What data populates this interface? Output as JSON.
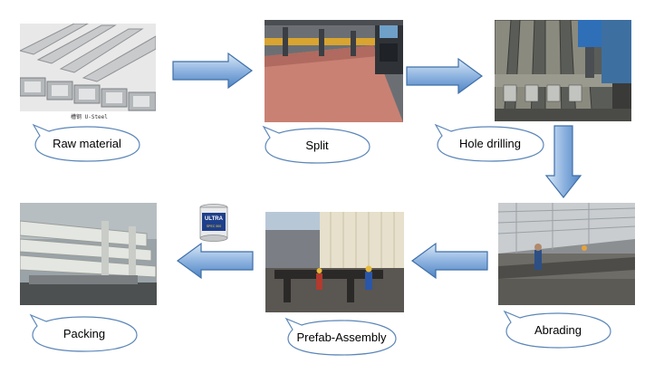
{
  "steps": {
    "raw_material": "Raw material",
    "split": "Split",
    "hole_drilling": "Hole drilling",
    "abrading": "Abrading",
    "prefab_assembly": "Prefab-Assembly",
    "packing": "Packing"
  },
  "photo_captions": {
    "raw_material": "槽钢 U-Steel"
  },
  "paint_can": {
    "brand": "ULTRA",
    "sub": "SPEC 500"
  },
  "colors": {
    "arrow_light": "#c5dcf2",
    "arrow_dark": "#4f84c4",
    "arrow_stroke": "#3f6fa8",
    "bubble_stroke": "#5b86b8"
  }
}
